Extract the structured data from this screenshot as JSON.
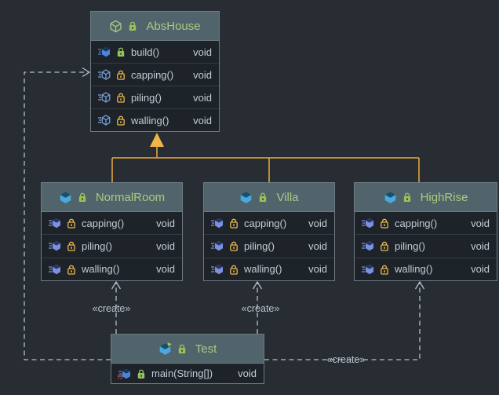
{
  "diagram": {
    "canvas_bg": "#272d33",
    "node_bg": "#1d2329",
    "header_bg": "#51646b",
    "border_color": "#6e7a82",
    "title_color": "#a7cb80",
    "text_color": "#c3cdd6",
    "generalization_color": "#edaa3e",
    "dependency_color": "#b6c0c9",
    "icons": {
      "class": "filled-cyan-cube-icon",
      "abstract_class": "green-outline-cube-icon",
      "runnable_class": "cyan-cube-with-green-run-arrow-icon",
      "method": "blue-cube-with-speed-lines-icon",
      "abstract_method": "outline-blue-cube-with-speed-lines-icon",
      "entry_point_method": "blue-cube-with-red-dashed-circle-icon",
      "public": "green-lock-icon",
      "protected": "yellow-lock-icon"
    }
  },
  "nodes": {
    "abshouse": {
      "title": "AbsHouse",
      "methods": [
        {
          "name": "build()",
          "returns": "void",
          "visibility": "public"
        },
        {
          "name": "capping()",
          "returns": "void",
          "visibility": "protected"
        },
        {
          "name": "piling()",
          "returns": "void",
          "visibility": "protected"
        },
        {
          "name": "walling()",
          "returns": "void",
          "visibility": "protected"
        }
      ]
    },
    "normalroom": {
      "title": "NormalRoom",
      "methods": [
        {
          "name": "capping()",
          "returns": "void",
          "visibility": "protected"
        },
        {
          "name": "piling()",
          "returns": "void",
          "visibility": "protected"
        },
        {
          "name": "walling()",
          "returns": "void",
          "visibility": "protected"
        }
      ]
    },
    "villa": {
      "title": "Villa",
      "methods": [
        {
          "name": "capping()",
          "returns": "void",
          "visibility": "protected"
        },
        {
          "name": "piling()",
          "returns": "void",
          "visibility": "protected"
        },
        {
          "name": "walling()",
          "returns": "void",
          "visibility": "protected"
        }
      ]
    },
    "highrise": {
      "title": "HighRise",
      "methods": [
        {
          "name": "capping()",
          "returns": "void",
          "visibility": "protected"
        },
        {
          "name": "piling()",
          "returns": "void",
          "visibility": "protected"
        },
        {
          "name": "walling()",
          "returns": "void",
          "visibility": "protected"
        }
      ]
    },
    "test": {
      "title": "Test",
      "methods": [
        {
          "name": "main(String[])",
          "returns": "void",
          "visibility": "public"
        }
      ]
    }
  },
  "edge_labels": {
    "create_left": "«create»",
    "create_middle": "«create»",
    "create_right": "«create»"
  }
}
